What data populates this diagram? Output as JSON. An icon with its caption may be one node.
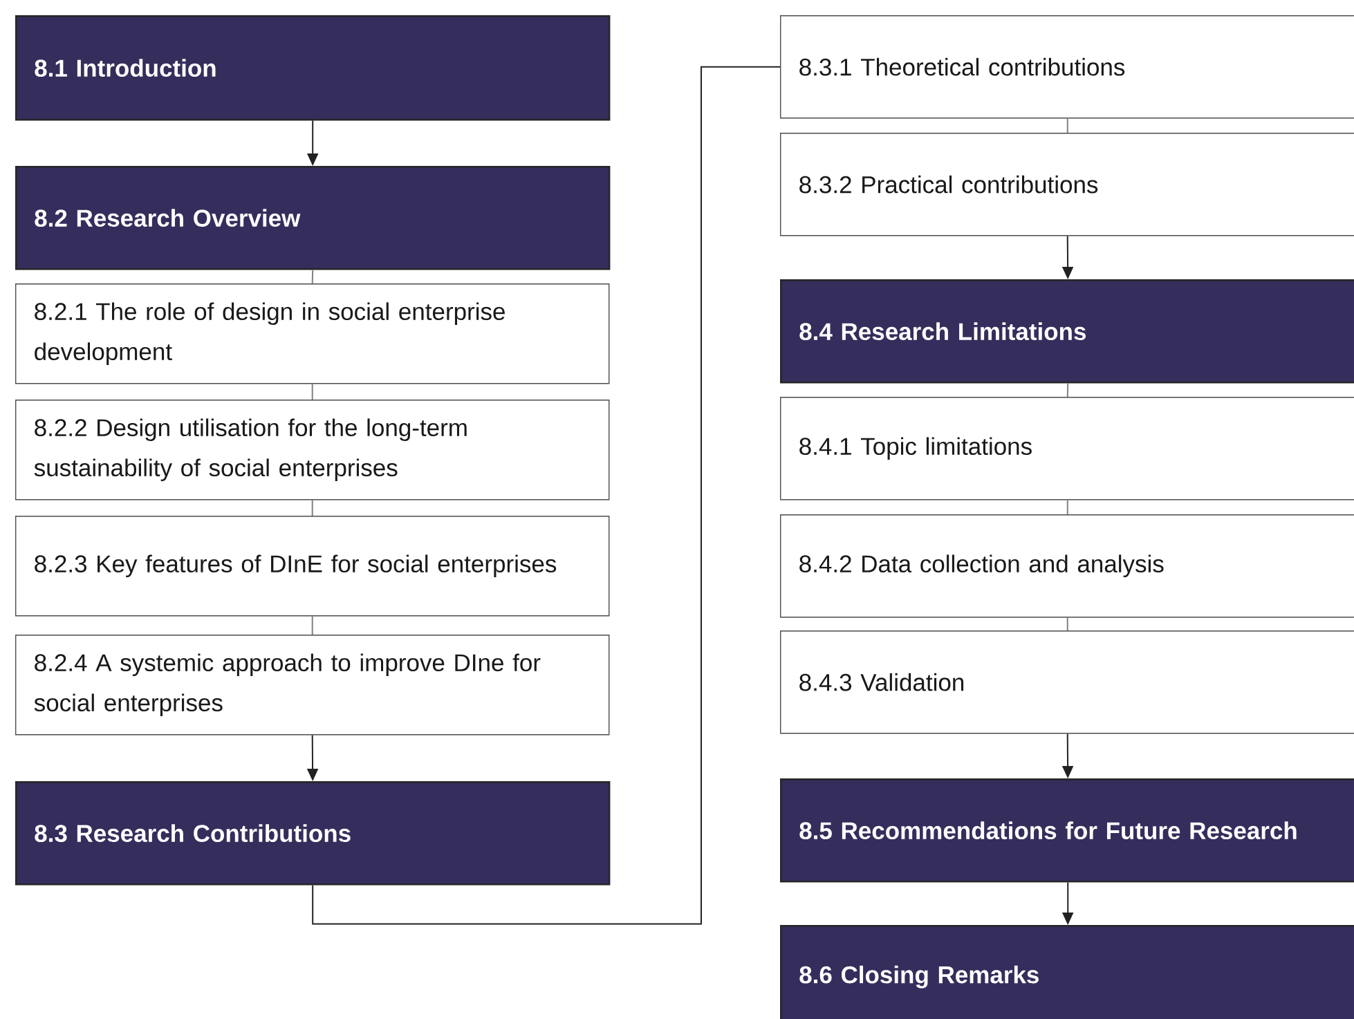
{
  "diagram": {
    "nodes": [
      {
        "text": [
          "8.1 Introduction"
        ]
      },
      {
        "text": [
          "8.2 Research Overview"
        ]
      },
      {
        "text": [
          "8.2.1 The role of design in social enterprise development"
        ]
      },
      {
        "text": [
          "8.2.2 Design utilisation for the long-term sustainability of social enterprises"
        ]
      },
      {
        "text": [
          "8.2.3 Key features of DInE for social enterprises"
        ]
      },
      {
        "text": [
          "8.2.4 A systemic approach to improve DIne for social enterprises"
        ]
      },
      {
        "text": [
          "8.3 Research Contributions"
        ]
      },
      {
        "text": [
          "8.3.1 Theoretical contributions"
        ]
      },
      {
        "text": [
          "8.3.2 Practical contributions"
        ]
      },
      {
        "text": [
          "8.4 Research Limitations"
        ]
      },
      {
        "text": [
          "8.4.1 Topic limitations"
        ]
      },
      {
        "text": [
          "8.4.2 Data collection and analysis"
        ]
      },
      {
        "text": [
          "8.4.3 Validation"
        ]
      },
      {
        "text": [
          "8.5 Recommendations for Future Research"
        ]
      },
      {
        "text": [
          "8.6 Closing Remarks"
        ]
      }
    ],
    "edges": [
      {
        "from": 0,
        "to": 1,
        "arrow": "to",
        "color": "#222222"
      },
      {
        "from": 1,
        "to": 2,
        "arrow": "none"
      },
      {
        "from": 2,
        "to": 3,
        "arrow": "none"
      },
      {
        "from": 3,
        "to": 4,
        "arrow": "none"
      },
      {
        "from": 4,
        "to": 5,
        "arrow": "none"
      },
      {
        "from": 5,
        "to": 6,
        "arrow": "to",
        "color": "#222222"
      },
      {
        "from": 6,
        "to": 7,
        "arrow": "none",
        "color": "#222222"
      },
      {
        "from": 7,
        "to": 8,
        "arrow": "none"
      },
      {
        "from": 8,
        "to": 9,
        "arrow": "to",
        "color": "#222222"
      },
      {
        "from": 9,
        "to": 10,
        "arrow": "none"
      },
      {
        "from": 10,
        "to": 11,
        "arrow": "none"
      },
      {
        "from": 11,
        "to": 12,
        "arrow": "none"
      },
      {
        "from": 12,
        "to": 13,
        "arrow": "to",
        "color": "#222222"
      },
      {
        "from": 13,
        "to": 14,
        "arrow": "to",
        "color": "#222222"
      }
    ]
  }
}
